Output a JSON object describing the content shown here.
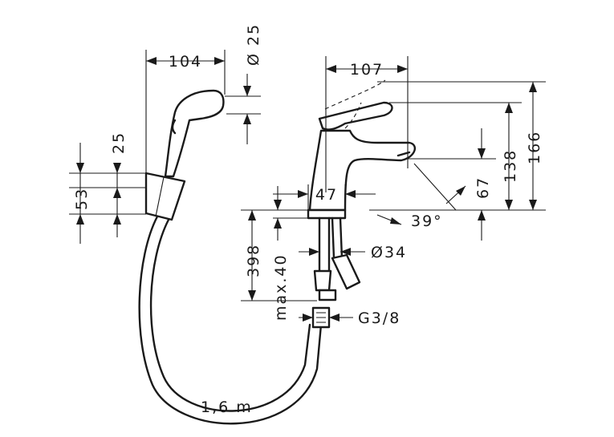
{
  "dimensions": {
    "shower_width": "104",
    "shower_diameter": "Ø 25",
    "holder_height": "53",
    "holder_offset": "25",
    "hose_length": "1,6 m",
    "tap_reach": "107",
    "tap_body_width": "47",
    "tap_total_height": "166",
    "tap_lever_height": "138",
    "spout_height": "67",
    "spout_angle": "39°",
    "hose_length_supply": "398",
    "max_thickness": "max.40",
    "mount_diameter": "Ø34",
    "thread": "G3/8"
  },
  "colors": {
    "line": "#1a1a1a",
    "background": "#ffffff"
  }
}
